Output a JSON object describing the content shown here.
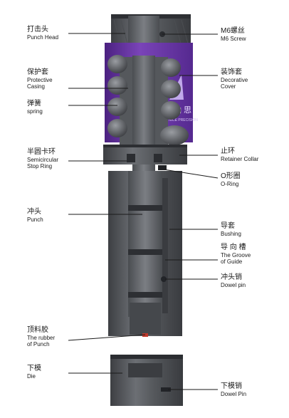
{
  "cover_logo_text": "纳 思",
  "cover_logo_sub": "NICE PRECISION",
  "labels": {
    "punch_head": {
      "cn": "打击头",
      "en": "Punch Head"
    },
    "casing": {
      "cn": "保护套",
      "en": "Protective\nCasing"
    },
    "spring": {
      "cn": "弹簧",
      "en": "spring"
    },
    "stop_ring": {
      "cn": "半圆卡环",
      "en": "Semicircular\nStop Ring"
    },
    "punch": {
      "cn": "冲头",
      "en": "Punch"
    },
    "rubber": {
      "cn": "顶料胶",
      "en": "The rubber\nof Punch"
    },
    "die": {
      "cn": "下模",
      "en": "Die"
    },
    "m6_screw": {
      "cn": "M6螺丝",
      "en": "M6 Screw"
    },
    "cover": {
      "cn": "装饰套",
      "en": "Decorative\nCover"
    },
    "collar": {
      "cn": "止环",
      "en": "Retainer Collar"
    },
    "oring": {
      "cn": "O形圈",
      "en": "O-Ring"
    },
    "bushing": {
      "cn": "导套",
      "en": "Bushing"
    },
    "groove": {
      "cn": "导 向 槽",
      "en": "The  Groove\nof  Guide"
    },
    "dowel": {
      "cn": "冲头销",
      "en": "Dowel pin"
    },
    "die_pin": {
      "cn": "下模销",
      "en": "Dowel Pin"
    }
  },
  "colors": {
    "purple": "#6a36a6",
    "steel": "#5f6266",
    "steel_dark": "#3e4044",
    "steel_light": "#8a8d91"
  }
}
